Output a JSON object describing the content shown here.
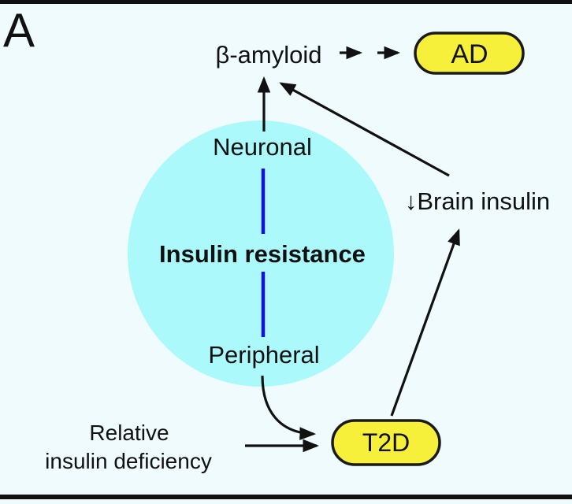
{
  "panel_label": "A",
  "labels": {
    "beta_amyloid": "β-amyloid",
    "ad_node": "AD",
    "brain_insulin": "↓Brain insulin",
    "neuronal": "Neuronal",
    "insulin_resistance": "Insulin resistance",
    "peripheral": "Peripheral",
    "t2d_node": "T2D",
    "relative_line1": "Relative",
    "relative_line2": "insulin deficiency"
  },
  "colors": {
    "background": "#f0fbfd",
    "circle_fill": "#abf9fa",
    "node_fill": "#f7f03a",
    "node_stroke": "#1a1a1a",
    "emphasis_text": "#cc1314",
    "connector_blue": "#1412d2",
    "arrow_black": "#111111",
    "frame": "#111111"
  },
  "edges": [
    {
      "from": "Neuronal insulin resistance",
      "to": "β-amyloid",
      "style": "straight-arrow"
    },
    {
      "from": "β-amyloid",
      "to": "AD",
      "style": "double-segment-arrow"
    },
    {
      "from": "↓Brain insulin",
      "to": "β-amyloid",
      "style": "diagonal-arrow"
    },
    {
      "from": "T2D",
      "to": "↓Brain insulin",
      "style": "diagonal-arrow"
    },
    {
      "from": "Peripheral insulin resistance",
      "to": "T2D",
      "style": "curved-arrow"
    },
    {
      "from": "Relative insulin deficiency",
      "to": "T2D",
      "style": "straight-arrow"
    }
  ]
}
